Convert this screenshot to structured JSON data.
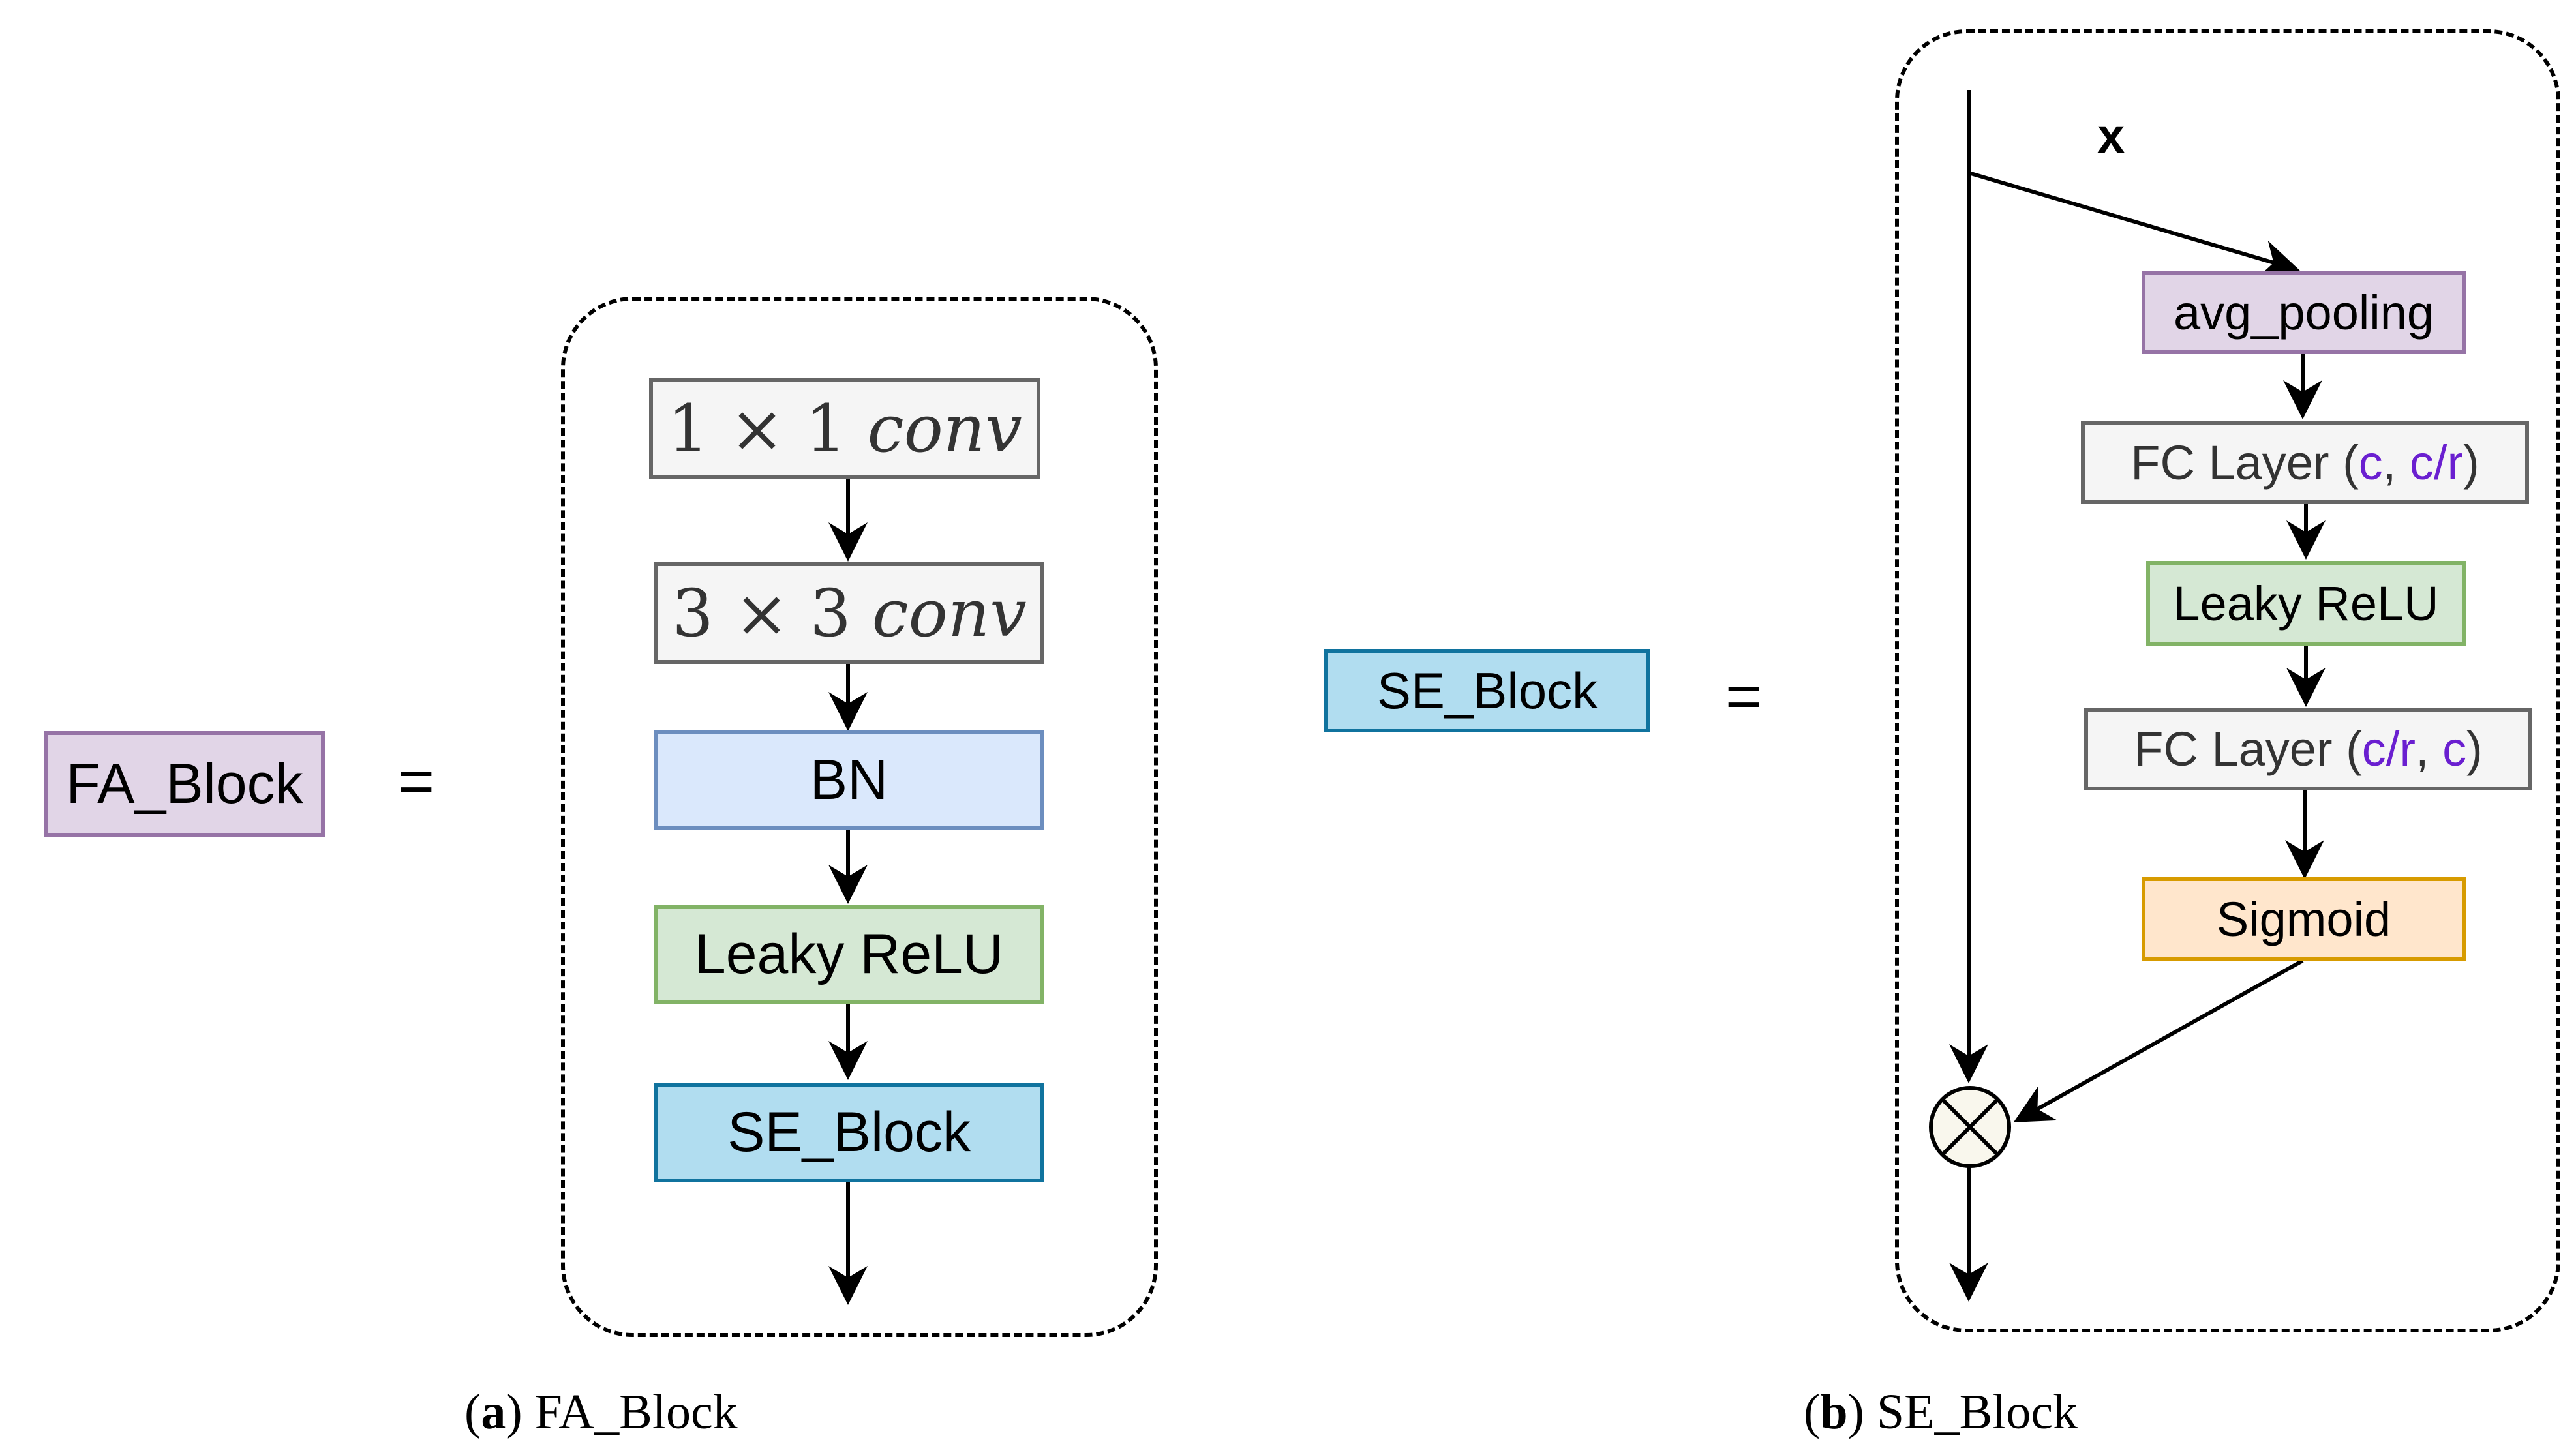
{
  "left": {
    "fa_block_label": "FA_Block",
    "equals": "=",
    "conv1": {
      "a": "1",
      "times": "×",
      "b": "1",
      "op": "conv"
    },
    "conv3": {
      "a": "3",
      "times": "×",
      "b": "3",
      "op": "conv"
    },
    "bn": "BN",
    "leaky_relu": "Leaky ReLU",
    "se_block": "SE_Block",
    "caption": {
      "letter": "a",
      "text": "FA_Block"
    }
  },
  "right": {
    "se_block_label": "SE_Block",
    "equals": "=",
    "input_label": "x",
    "avg_pooling": "avg_pooling",
    "fc1": {
      "prefix": "FC Layer (",
      "a": "c",
      "sep": ", ",
      "b": "c/r",
      "suffix": ")"
    },
    "leaky_relu": "Leaky ReLU",
    "fc2": {
      "prefix": "FC Layer (",
      "a": "c/r",
      "sep": ", ",
      "b": "c",
      "suffix": ")"
    },
    "sigmoid": "Sigmoid",
    "caption": {
      "letter": "b",
      "text": "SE_Block"
    }
  },
  "colors": {
    "purple_fill": "#e1d5e7",
    "purple_stroke": "#9673a6",
    "gray_fill": "#f5f5f5",
    "gray_stroke": "#666666",
    "blue_fill": "#dae8fc",
    "blue_stroke": "#6c8ebf",
    "green_fill": "#d5e8d4",
    "green_stroke": "#82b366",
    "se_fill": "#b1ddf0",
    "se_stroke": "#10739e",
    "orange_fill": "#ffe6cc",
    "orange_stroke": "#d79b00",
    "accent_text": "#6a1fd0"
  }
}
